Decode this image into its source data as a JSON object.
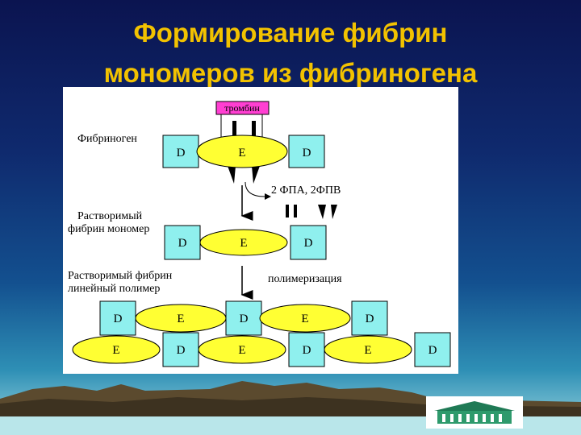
{
  "title": {
    "line1": "Формирование фибрин",
    "line2": "мономеров из фибриногена"
  },
  "diagram": {
    "enzyme_label": "тромбин",
    "fibrinogen_label": "Фибриноген",
    "products_label": "2 ФПА, 2ФПВ",
    "monomer_label_1": "Растворимый",
    "monomer_label_2": "фибрин мономер",
    "polymer_label_1": "Растворимый фибрин",
    "polymer_label_2": "линейный полимер",
    "polymerization_label": "полимеризация",
    "d": "D",
    "e": "E"
  },
  "colors": {
    "title": "#f2c200",
    "domain_fill": "#8ff0ee",
    "ellipse_fill": "#ffff33",
    "enzyme_fill": "#ff3fd2"
  }
}
